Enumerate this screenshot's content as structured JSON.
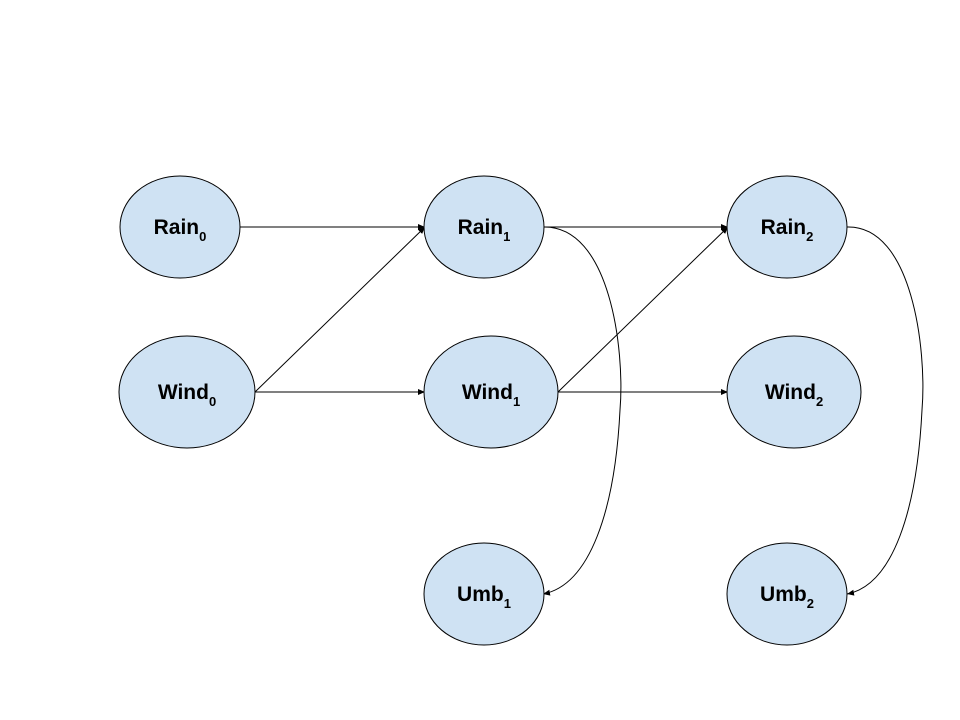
{
  "diagram": {
    "colors": {
      "node_fill": "#cfe2f3",
      "stroke": "#000000",
      "background": "#ffffff"
    },
    "nodes": [
      {
        "id": "rain0",
        "name": "Rain",
        "sub": "0"
      },
      {
        "id": "wind0",
        "name": "Wind",
        "sub": "0"
      },
      {
        "id": "rain1",
        "name": "Rain",
        "sub": "1"
      },
      {
        "id": "wind1",
        "name": "Wind",
        "sub": "1"
      },
      {
        "id": "umb1",
        "name": "Umb",
        "sub": "1"
      },
      {
        "id": "rain2",
        "name": "Rain",
        "sub": "2"
      },
      {
        "id": "wind2",
        "name": "Wind",
        "sub": "2"
      },
      {
        "id": "umb2",
        "name": "Umb",
        "sub": "2"
      }
    ],
    "edges": [
      {
        "from": "rain0",
        "to": "rain1"
      },
      {
        "from": "wind0",
        "to": "rain1"
      },
      {
        "from": "wind0",
        "to": "wind1"
      },
      {
        "from": "rain1",
        "to": "rain2"
      },
      {
        "from": "wind1",
        "to": "rain2"
      },
      {
        "from": "wind1",
        "to": "wind2"
      },
      {
        "from": "rain1",
        "to": "umb1"
      },
      {
        "from": "rain2",
        "to": "umb2"
      }
    ]
  }
}
